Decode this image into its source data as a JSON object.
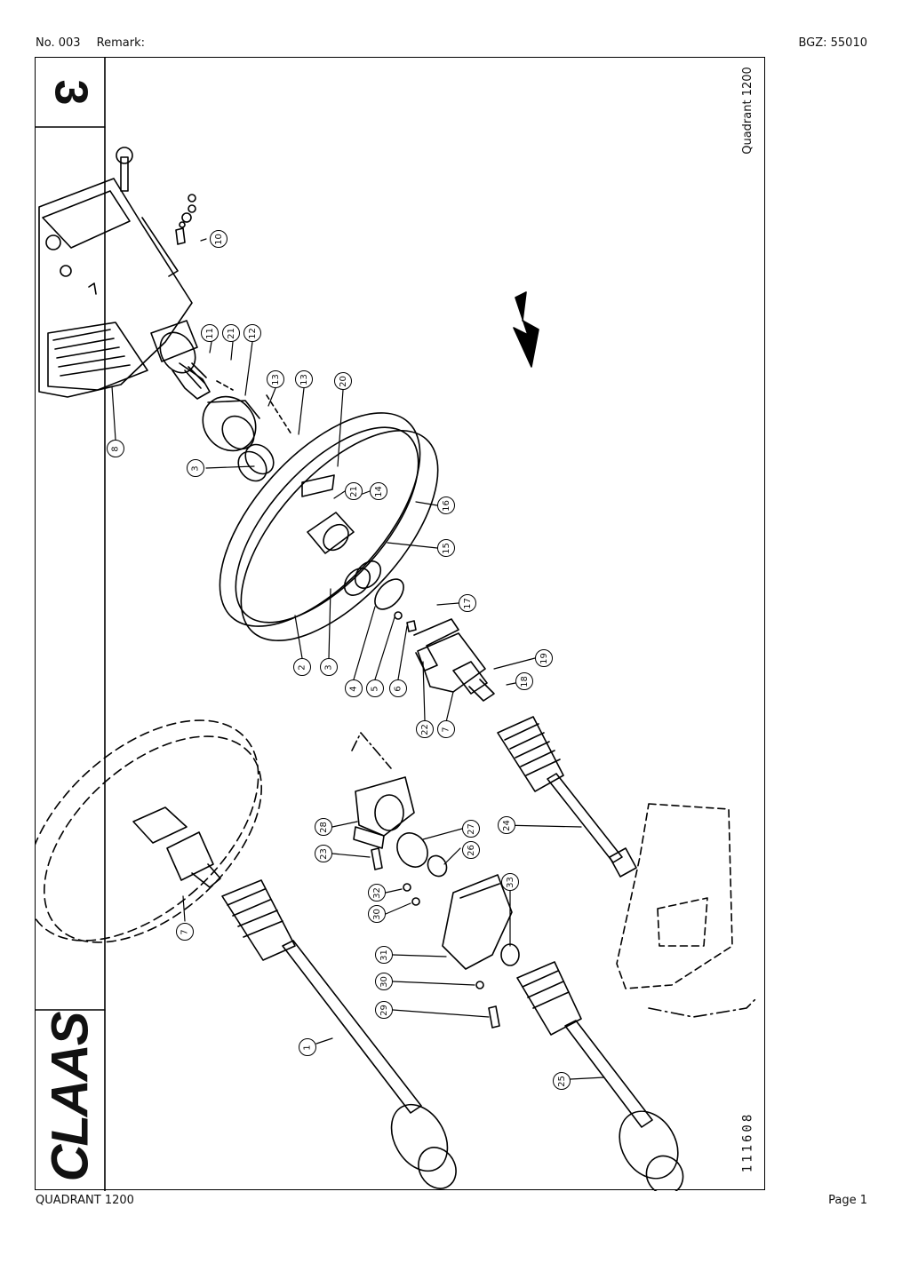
{
  "header": {
    "number": "No. 003",
    "remark_label": "Remark:",
    "bgz": "BGZ: 55010"
  },
  "footer": {
    "model": "QUADRANT 1200",
    "page": "Page 1"
  },
  "drawing": {
    "sheet_number": "3",
    "model_label": "Quadrant 1200",
    "drawing_number": "111608",
    "brand": "CLAAS",
    "callouts": [
      "10",
      "11",
      "21",
      "12",
      "13",
      "13",
      "20",
      "8",
      "3",
      "21",
      "14",
      "16",
      "15",
      "17",
      "2",
      "3",
      "4",
      "5",
      "6",
      "19",
      "18",
      "22",
      "7",
      "28",
      "27",
      "24",
      "23",
      "26",
      "33",
      "32",
      "30",
      "7",
      "31",
      "30",
      "29",
      "1",
      "25"
    ]
  }
}
